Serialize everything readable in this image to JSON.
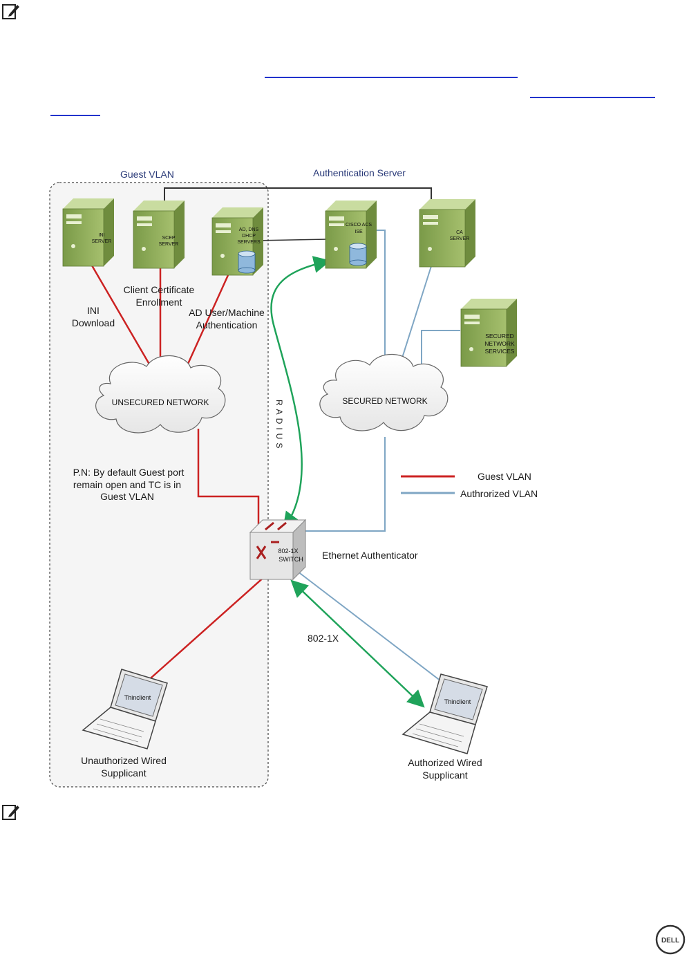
{
  "diagram": {
    "headers": {
      "guest_vlan": "Guest VLAN",
      "auth_server": "Authentication Server"
    },
    "servers": {
      "ini": [
        "INI",
        "SERVER"
      ],
      "scep": [
        "SCEP",
        "SERVER"
      ],
      "ad": [
        "AD, DNS",
        "DHCP",
        "SERVERS"
      ],
      "cisco": [
        "CISCO ACS",
        "ISE"
      ],
      "ca": [
        "CA",
        "SERVER"
      ],
      "secured": [
        "SECURED",
        "NETWORK",
        "SERVICES"
      ]
    },
    "labels": {
      "cert_enroll_1": "Client Certificate",
      "cert_enroll_2": "Enrollment",
      "ini_download_1": "INI",
      "ini_download_2": "Download",
      "ad_auth_1": "AD User/Machine",
      "ad_auth_2": "Authentication",
      "unsecured": "UNSECURED NETWORK",
      "secured": "SECURED NETWORK",
      "radius": "RADIUS",
      "pn_1": "P.N: By default Guest port",
      "pn_2": "remain open and TC is in",
      "pn_3": "Guest VLAN",
      "switch_1": "802-1X",
      "switch_2": "SWITCH",
      "ethernet_auth": "Ethernet Authenticator",
      "dot1x": "802-1X",
      "thinclient_left": "Thinclient",
      "thinclient_right": "Thinclient",
      "unauth_1": "Unauthorized Wired",
      "unauth_2": "Supplicant",
      "auth_1": "Authorized Wired",
      "auth_2": "Supplicant"
    },
    "legend": [
      {
        "label": "Guest VLAN",
        "color": "#cc2222"
      },
      {
        "label": "Authrorized VLAN",
        "color": "#7fa6c4"
      }
    ],
    "colors": {
      "guest_line": "#cc2222",
      "auth_line": "#7fa6c4",
      "radius_arrow": "#1fa35a",
      "server_body": "#8fab5b"
    }
  },
  "footer": {
    "logo_text": "DELL"
  }
}
